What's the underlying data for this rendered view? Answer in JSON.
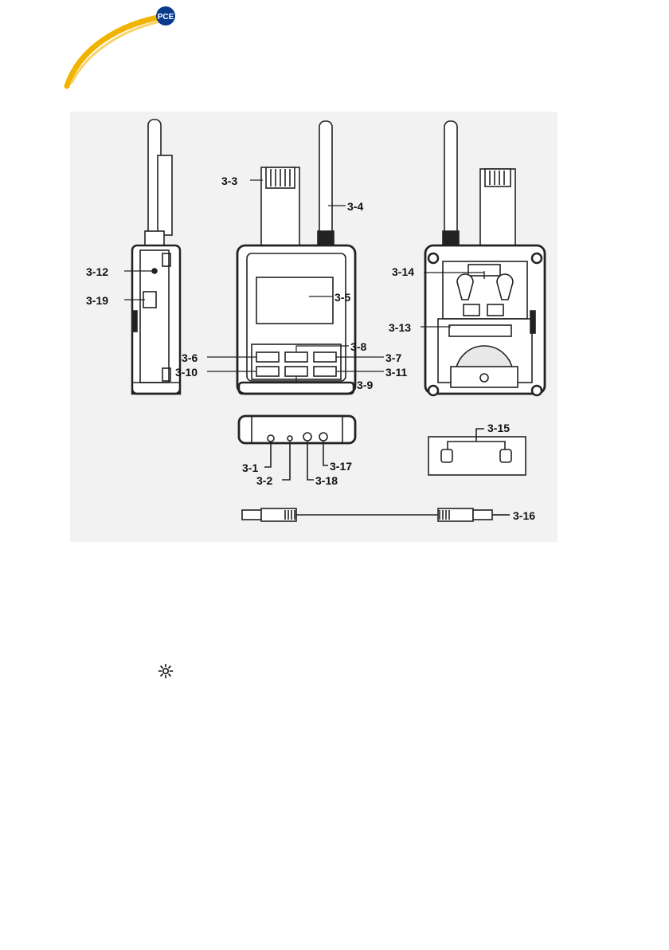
{
  "logo": {
    "text": "PCE",
    "accent": "#f0b400",
    "badge": "#0a3a8c"
  },
  "figure": {
    "labels": [
      "3-3",
      "3-4",
      "3-12",
      "3-19",
      "3-14",
      "3-5",
      "3-13",
      "3-8",
      "3-6",
      "3-7",
      "3-10",
      "3-11",
      "3-9",
      "3-15",
      "3-1",
      "3-2",
      "3-17",
      "3-18",
      "3-16"
    ]
  },
  "icons": {
    "backlight": "sun-icon"
  }
}
